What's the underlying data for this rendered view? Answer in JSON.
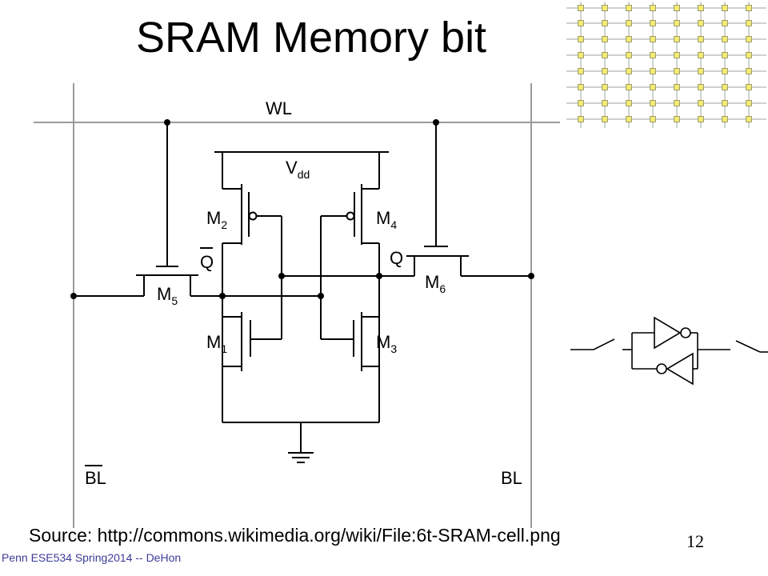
{
  "slide": {
    "title": "SRAM Memory bit",
    "source": "Source: http://commons.wikimedia.org/wiki/File:6t-SRAM-cell.png",
    "footer": "Penn ESE534 Spring2014 -- DeHon",
    "page_number": "12"
  },
  "circuit": {
    "word_line": "WL",
    "supply": "V",
    "supply_sub": "dd",
    "bitline_left": "BL",
    "bitline_right": "BL",
    "node_qbar": "Q",
    "node_q": "Q",
    "transistors": [
      {
        "id": "M",
        "sub": "1"
      },
      {
        "id": "M",
        "sub": "2"
      },
      {
        "id": "M",
        "sub": "3"
      },
      {
        "id": "M",
        "sub": "4"
      },
      {
        "id": "M",
        "sub": "5"
      },
      {
        "id": "M",
        "sub": "6"
      }
    ]
  },
  "colors": {
    "grid_wire": "#b4b4b4",
    "cell_fill": "#f2ea72",
    "footer_text": "#3b3b98"
  }
}
